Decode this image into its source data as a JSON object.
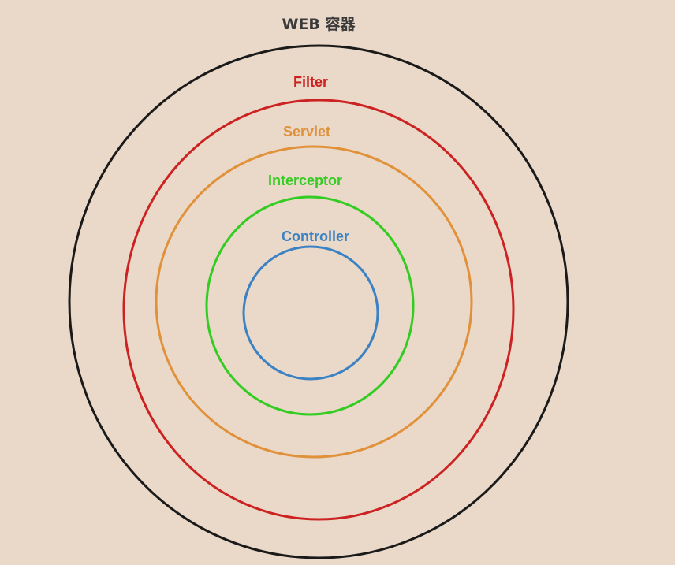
{
  "title": "WEB 容器",
  "background_color": "#ead9c8",
  "layers": [
    {
      "id": "web-container",
      "color": "#1a1a1a"
    },
    {
      "id": "filter",
      "label": "Filter",
      "color": "#cc2222"
    },
    {
      "id": "servlet",
      "label": "Servlet",
      "color": "#e0913a"
    },
    {
      "id": "interceptor",
      "label": "Interceptor",
      "color": "#33cc22"
    },
    {
      "id": "controller",
      "label": "Controller",
      "color": "#3b82c4"
    }
  ]
}
